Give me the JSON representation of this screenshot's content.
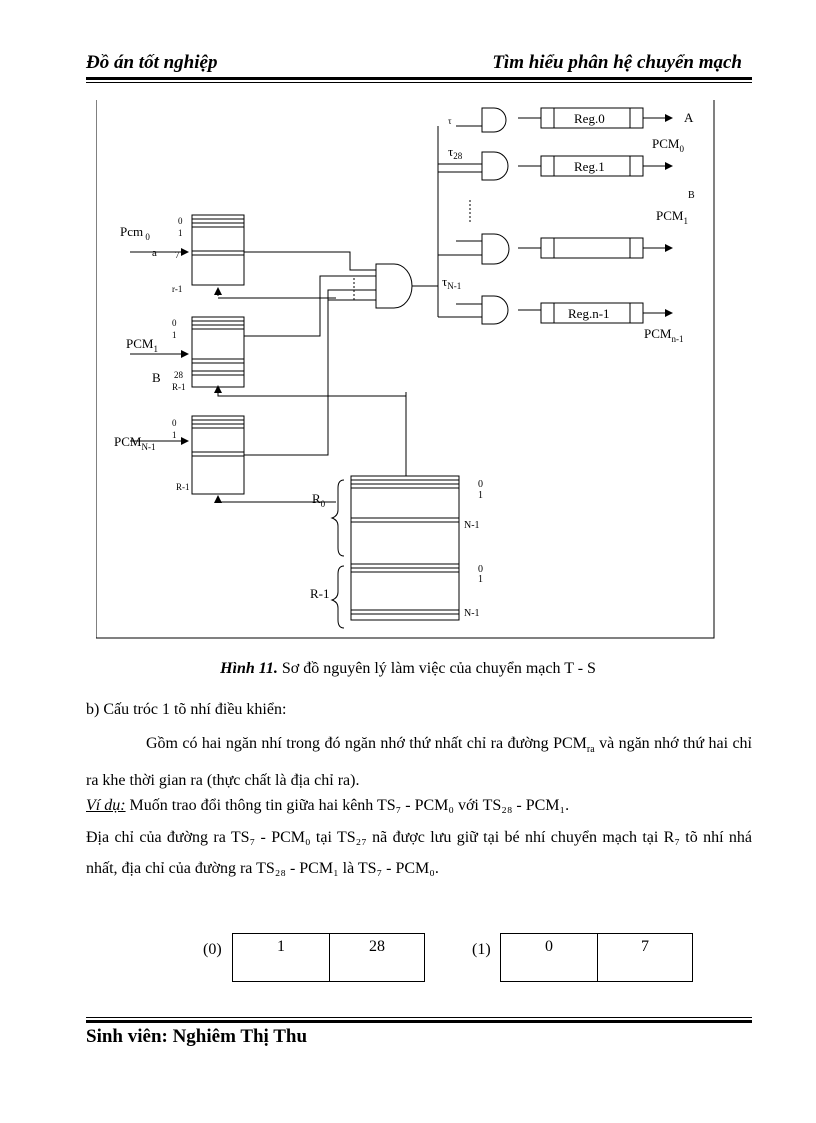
{
  "header": {
    "left": "Đồ án tốt nghiệp",
    "right": "Tìm hiểu phân hệ chuyển mạch"
  },
  "figure": {
    "labels": {
      "tau0": "τ",
      "tau28": "τ28",
      "tauN1": "τN-1",
      "reg0": "Reg.0",
      "reg1": "Reg.1",
      "regn1": "Reg.n-1",
      "outA": "A",
      "outB": "B",
      "pcm0out": "PCM0",
      "pcm1out": "PCM1",
      "pcmn1out": "PCMn-1",
      "pcm0in": "Pcm 0",
      "a": "a",
      "seven": "7",
      "r1a": "r-1",
      "zero1": "0",
      "one1": "1",
      "pcm1in": "PCM1",
      "zero2": "0",
      "one2": "1",
      "b": "B",
      "t28": "28",
      "r1b": "R-1",
      "pcmn1in": "PCMN-1",
      "zero3": "0",
      "one3": "1",
      "r1c": "R-1",
      "R0": "R0",
      "Rm1": "R-1",
      "c0": "0",
      "c1": "1",
      "cn1": "N-1",
      "d0": "0",
      "d1": "1",
      "dn1": "N-1"
    }
  },
  "caption": {
    "prefix": "Hình  11.",
    "text": " Sơ đồ nguyên lý làm việc của chuyển mạch T - S"
  },
  "body": {
    "heading_b": "b) Cấu tróc 1 tõ nhí điều khiển:",
    "para1a": "Gồm có hai ngăn nhí trong đó ngăn nhớ thứ nhất chỉ ra đường PCM",
    "para1sub": "ra",
    "para1b": " và ngăn nhớ thứ hai chỉ ra khe thời gian ra (thực chất là địa chỉ ra).",
    "vidu_label": "Ví dụ:",
    "vidu_text": " Muốn trao đổi thông tin giữa hai kênh TS₇ - PCM₀ với TS₂₈ - PCM₁.",
    "para2": "Địa chỉ của đường ra TS₇  - PCM₀ tại TS₂₇ nã được lưu giữ tại bé nhí chuyển mạch tại R₇ tõ nhí nhá nhất, địa chỉ của đường ra TS₂₈ - PCM₁ là TS₇ - PCM₀."
  },
  "table": {
    "label0": "(0)",
    "cells0": [
      "1",
      "28"
    ],
    "label1": "(1)",
    "cells1": [
      "0",
      "7"
    ]
  },
  "footer": {
    "text": "Sinh viên: Nghiêm  Thị  Thu"
  }
}
